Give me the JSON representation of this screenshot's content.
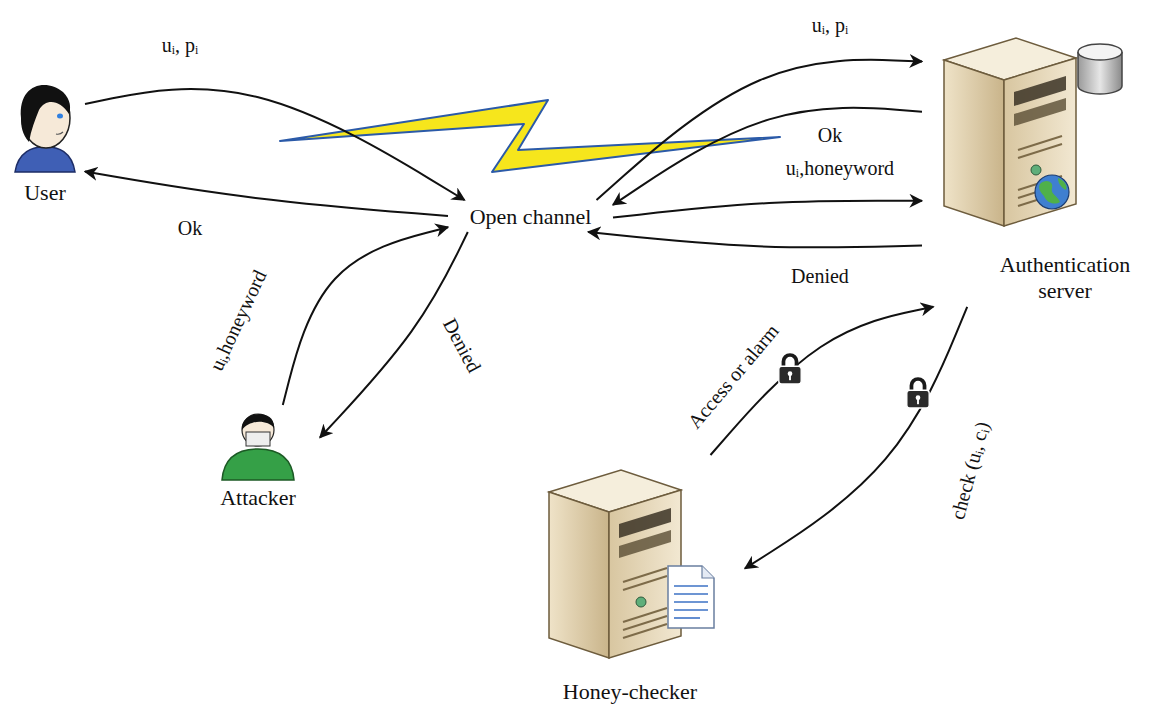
{
  "diagram": {
    "nodes": [
      {
        "text": [
          "User"
        ]
      },
      {
        "text": [
          "Open channel"
        ]
      },
      {
        "text": [
          "Attacker"
        ]
      },
      {
        "text": [
          "Authentication server"
        ]
      },
      {
        "text": [
          "Honey-checker"
        ]
      }
    ],
    "edges": [
      {
        "from": 0,
        "to": 1,
        "label": "uᵢ, pᵢ",
        "arrow": "to"
      },
      {
        "from": 1,
        "to": 0,
        "label": "Ok",
        "arrow": "to"
      },
      {
        "from": 1,
        "to": 3,
        "label": "uᵢ, pᵢ",
        "arrow": "to"
      },
      {
        "from": 3,
        "to": 1,
        "label": "Ok",
        "arrow": "to"
      },
      {
        "from": 1,
        "to": 3,
        "label": "uᵢ,honeyword",
        "arrow": "to"
      },
      {
        "from": 3,
        "to": 1,
        "label": "Denied",
        "arrow": "to"
      },
      {
        "from": 2,
        "to": 1,
        "label": "uᵢ,honeyword",
        "arrow": "to"
      },
      {
        "from": 1,
        "to": 2,
        "label": "Denied",
        "arrow": "to"
      },
      {
        "from": 3,
        "to": 4,
        "label": "check (uᵢ, cᵢ)",
        "arrow": "to"
      },
      {
        "from": 4,
        "to": 3,
        "label": "Access or alarm",
        "arrow": "to"
      }
    ]
  }
}
